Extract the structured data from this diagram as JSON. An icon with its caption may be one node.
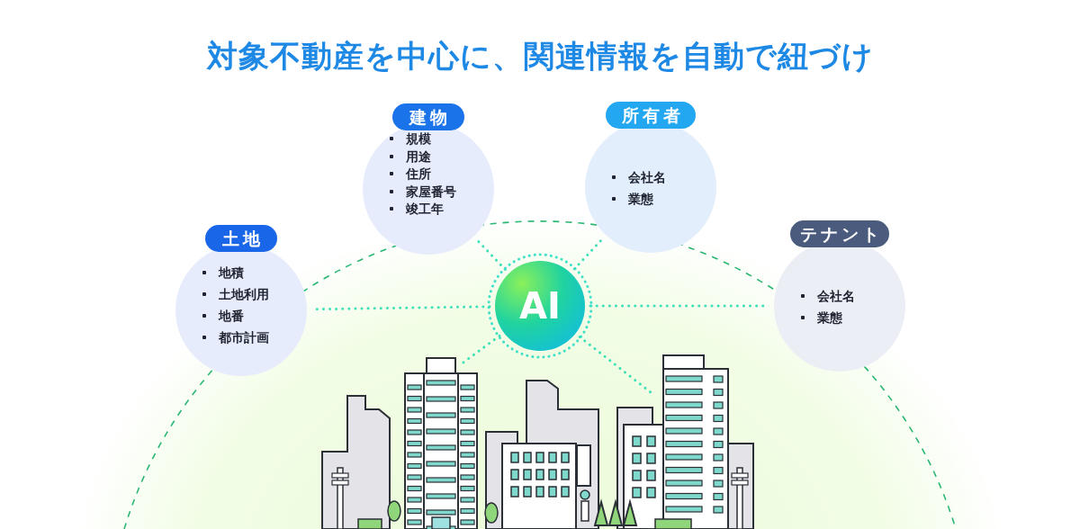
{
  "diagram": {
    "title": "対象不動産を中心に、関連情報を自動で紐づけ",
    "nodes": [
      {
        "text": [
          "土地",
          "地積",
          "土地利用",
          "地番",
          "都市計画"
        ]
      },
      {
        "text": [
          "建物",
          "規模",
          "用途",
          "住所",
          "家屋番号",
          "竣工年"
        ]
      },
      {
        "text": [
          "所有者",
          "会社名",
          "業態"
        ]
      },
      {
        "text": [
          "テナント",
          "会社名",
          "業態"
        ]
      },
      {
        "text": [
          "AI"
        ]
      },
      {
        "text": [],
        "shape": "picture"
      }
    ],
    "edges": [
      {
        "from": 4,
        "to": 0,
        "arrow": "none"
      },
      {
        "from": 4,
        "to": 1,
        "arrow": "none"
      },
      {
        "from": 4,
        "to": 2,
        "arrow": "none"
      },
      {
        "from": 4,
        "to": 3,
        "arrow": "none"
      },
      {
        "from": 4,
        "to": 5,
        "arrow": "none"
      },
      {
        "from": 4,
        "to": 5,
        "arrow": "none"
      }
    ]
  }
}
